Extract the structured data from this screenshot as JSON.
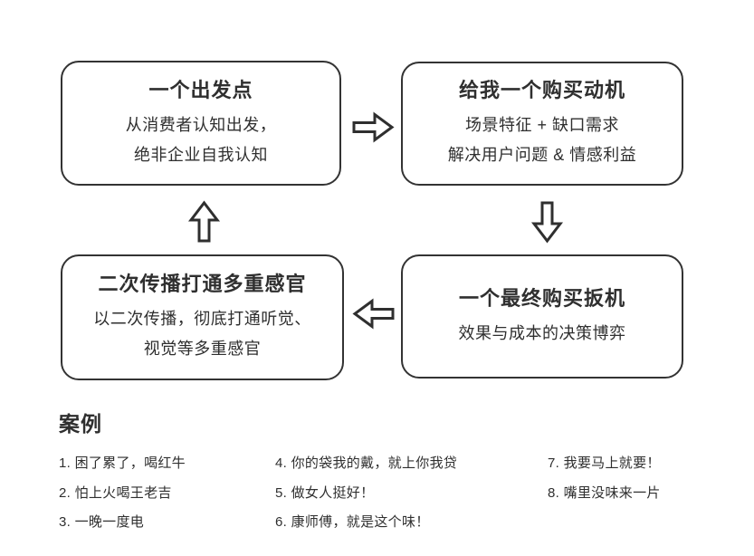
{
  "colors": {
    "ink": "#2f2f2f",
    "border": "#333333",
    "background": "#ffffff"
  },
  "diagram": {
    "boxes": [
      {
        "id": "starting-point",
        "title": "一个出发点",
        "lines": [
          "从消费者认知出发，",
          "绝非企业自我认知"
        ]
      },
      {
        "id": "purchase-motive",
        "title": "给我一个购买动机",
        "lines": [
          "场景特征 + 缺口需求",
          "解决用户问题 & 情感利益"
        ]
      },
      {
        "id": "purchase-trigger",
        "title": "一个最终购买扳机",
        "lines": [
          "效果与成本的决策博弈"
        ]
      },
      {
        "id": "secondary-spread",
        "title": "二次传播打通多重感官",
        "lines": [
          "以二次传播，彻底打通听觉、",
          "视觉等多重感官"
        ]
      }
    ],
    "arrows": [
      {
        "direction": "right"
      },
      {
        "direction": "down"
      },
      {
        "direction": "left"
      },
      {
        "direction": "up"
      }
    ]
  },
  "cases": {
    "heading": "案例",
    "columns": [
      [
        "1. 困了累了，喝红牛",
        "2. 怕上火喝王老吉",
        "3. 一晚一度电"
      ],
      [
        "4. 你的袋我的戴，就上你我贷",
        "5. 做女人挺好！",
        "6. 康师傅，就是这个味！"
      ],
      [
        "7. 我要马上就要！",
        "8. 嘴里没味来一片"
      ]
    ]
  }
}
